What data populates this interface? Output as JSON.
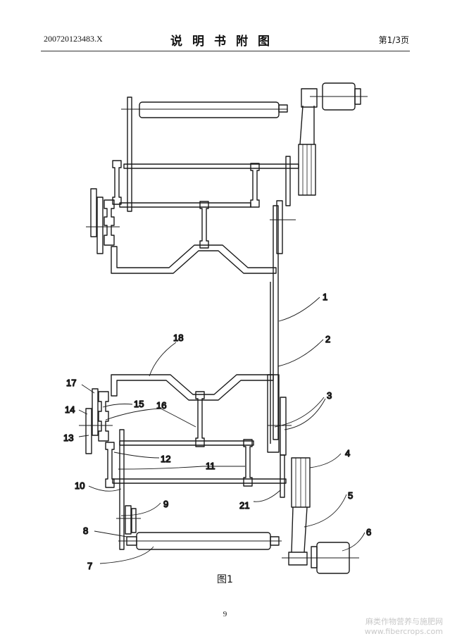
{
  "header": {
    "patent_number": "200720123483.X",
    "title": "说明书附图",
    "page_ref": "第1/3页"
  },
  "figure": {
    "caption": "图1",
    "labels": [
      "1",
      "2",
      "3",
      "4",
      "5",
      "6",
      "7",
      "8",
      "9",
      "10",
      "11",
      "12",
      "13",
      "14",
      "15",
      "16",
      "17",
      "18",
      "21"
    ]
  },
  "page_number": "9",
  "watermark": {
    "line1": "麻类作物营养与施肥网",
    "line2": "www.fibercrops.com"
  }
}
